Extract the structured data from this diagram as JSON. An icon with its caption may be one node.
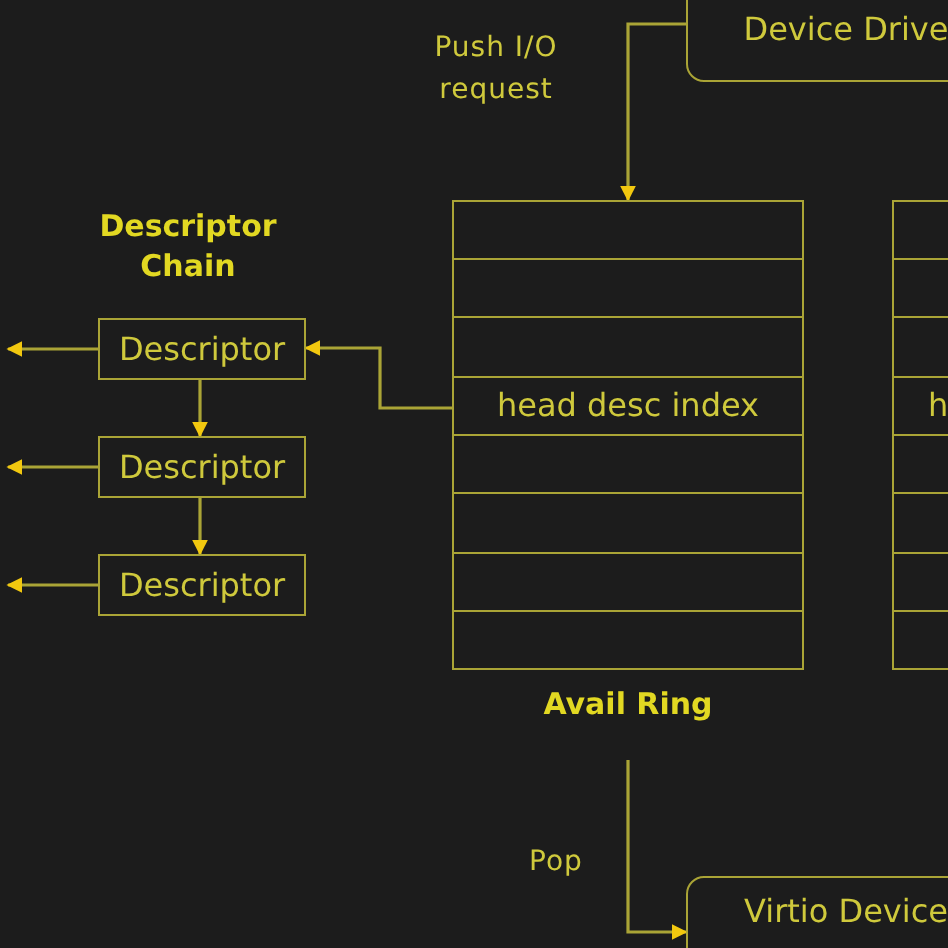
{
  "diagram": {
    "nodes": [
      {
        "text": [
          "Device Drive"
        ]
      },
      {
        "text": [
          "Avail Ring"
        ]
      },
      {
        "text": [
          "head desc index"
        ],
        "in": 1
      },
      {
        "text": [],
        "shape": "box"
      },
      {
        "text": [
          "h"
        ],
        "in": 3
      },
      {
        "text": [
          "Descriptor"
        ]
      },
      {
        "text": [
          "Descriptor"
        ]
      },
      {
        "text": [
          "Descriptor"
        ]
      },
      {
        "text": [
          "Virtio Device"
        ]
      }
    ],
    "edges": [
      {
        "from": 0,
        "to": 1,
        "arrow": "to",
        "label": "Push I/O request"
      },
      {
        "from": 2,
        "to": 5,
        "arrow": "to"
      },
      {
        "from": 5,
        "to": 6,
        "arrow": "to"
      },
      {
        "from": 6,
        "to": 7,
        "arrow": "to"
      },
      {
        "from": 5,
        "to": null,
        "arrow": "to"
      },
      {
        "from": 6,
        "to": null,
        "arrow": "to"
      },
      {
        "from": 7,
        "to": null,
        "arrow": "to"
      },
      {
        "from": 1,
        "to": 8,
        "arrow": "to",
        "label": "Pop"
      }
    ],
    "labels": [
      "Descriptor Chain"
    ]
  }
}
